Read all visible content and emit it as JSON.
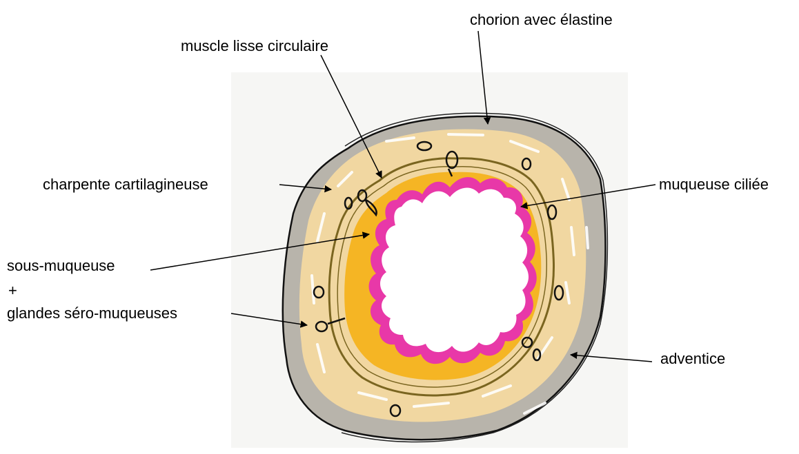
{
  "labels": {
    "chorion": "chorion avec élastine",
    "muscle": "muscle lisse circulaire",
    "charpente": "charpente cartilagineuse",
    "muqueuse_ciliee": "muqueuse ciliée",
    "sous_muqueuse": "sous-muqueuse",
    "plus": "+",
    "glandes": "glandes séro-muqueuses",
    "adventice": "adventice"
  },
  "colors": {
    "adventice": "#b8b4ab",
    "cartilage": "#f1d7a1",
    "submucosa": "#f5b524",
    "muscle_line": "#7a6520",
    "mucosa": "#e838a8",
    "lumen": "#ffffff",
    "outline": "#111111"
  }
}
